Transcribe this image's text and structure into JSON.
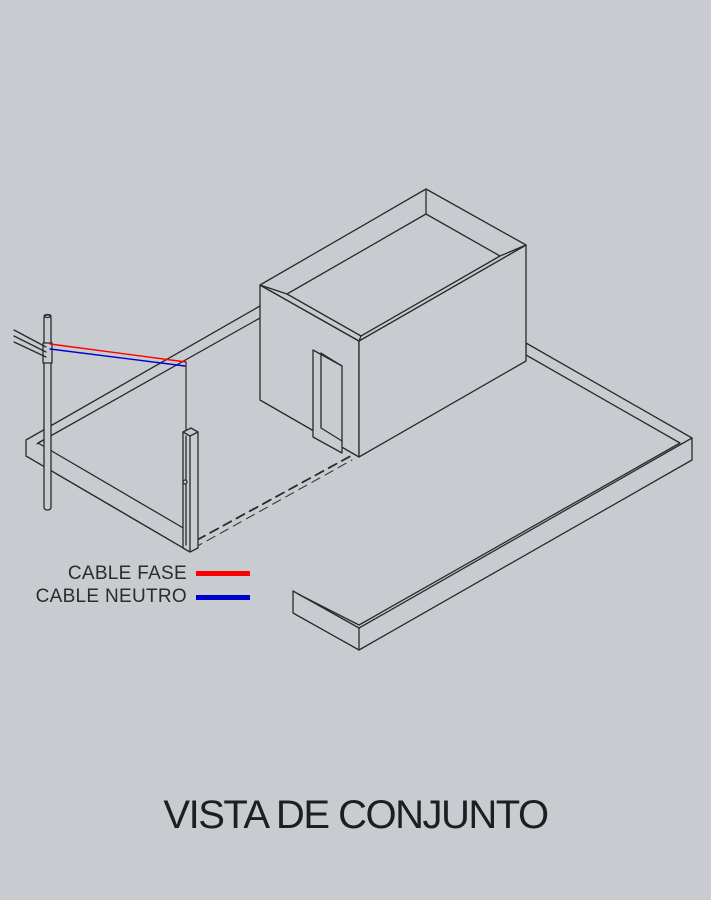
{
  "title": "VISTA DE CONJUNTO",
  "legend": {
    "fase_label": "CABLE FASE",
    "neutro_label": "CABLE NEUTRO"
  },
  "colors": {
    "background": "#c8ccd0",
    "line": "#2a2a2a",
    "cable_fase": "#ff0000",
    "cable_neutro": "#0000cc"
  }
}
